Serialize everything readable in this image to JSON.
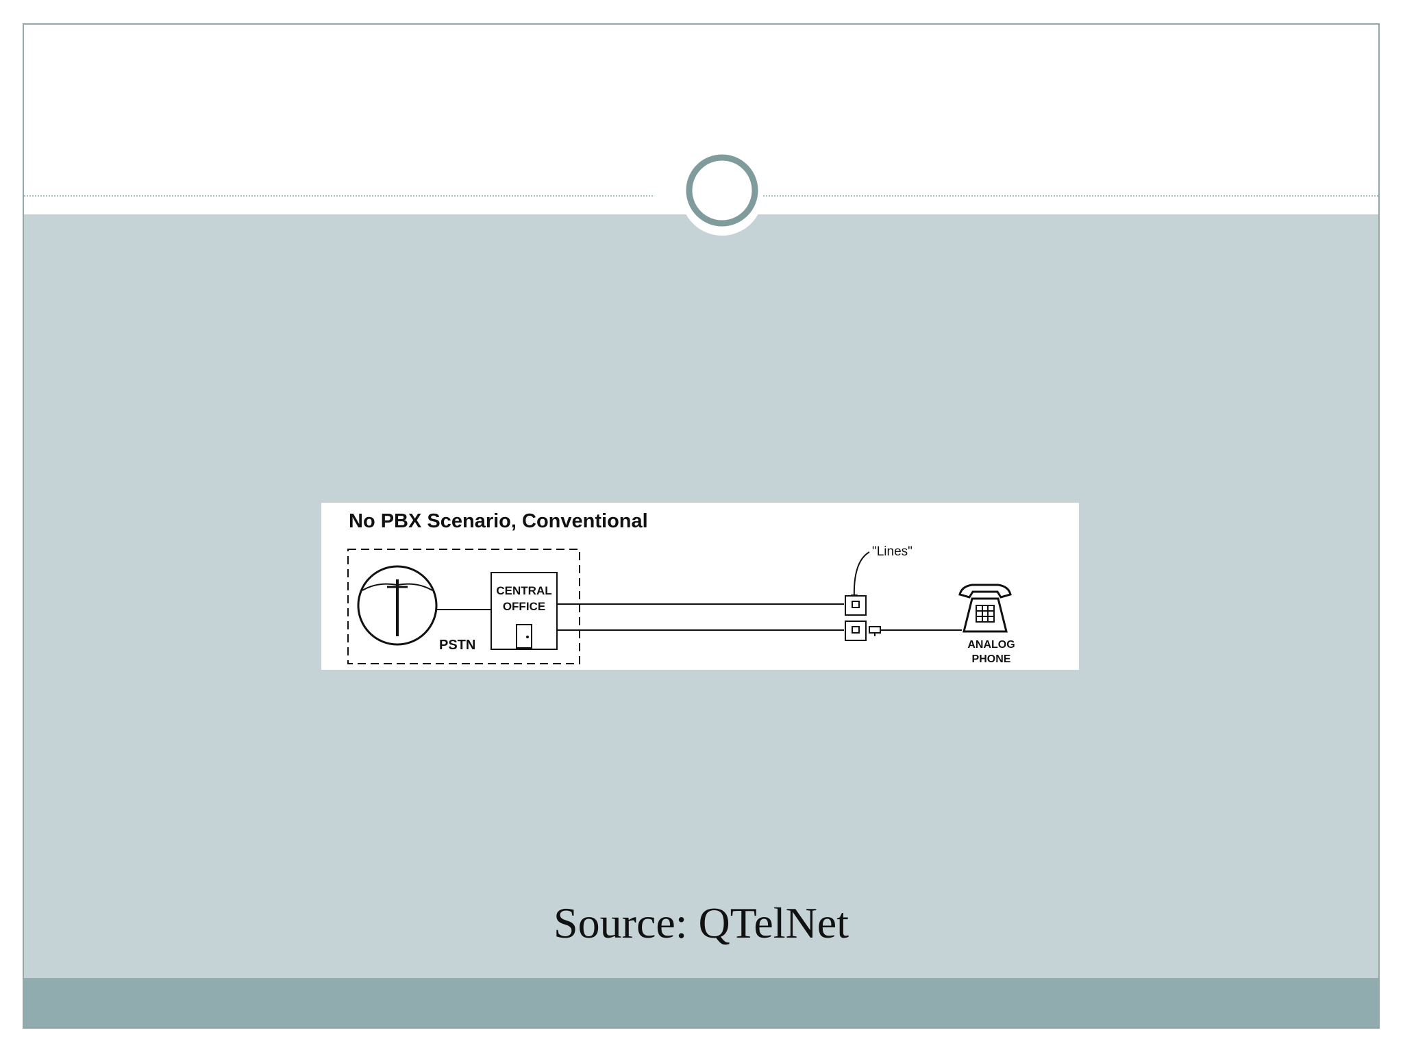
{
  "diagram": {
    "title": "No PBX Scenario, Conventional",
    "pstn_label": "PSTN",
    "central_office_line1": "CENTRAL",
    "central_office_line2": "OFFICE",
    "lines_label": "\"Lines\"",
    "phone_line1": "ANALOG",
    "phone_line2": "PHONE",
    "icons": [
      "pstn-cloud-pole-icon",
      "door-icon",
      "wall-jack-icon",
      "analog-phone-icon"
    ]
  },
  "caption": "Source: QTelNet",
  "colors": {
    "content_background": "#c5d3d6",
    "footer_band": "#90acaf",
    "ornament_ring": "#7f9b9c"
  }
}
